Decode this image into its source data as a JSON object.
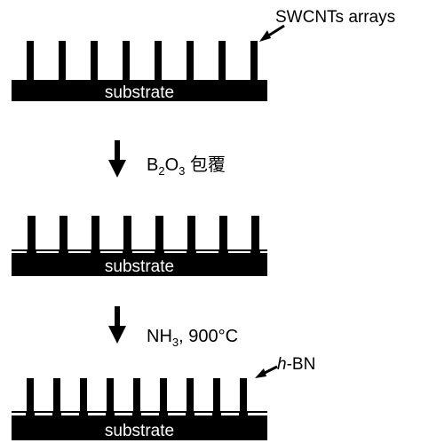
{
  "colors": {
    "structure": "#000000",
    "substrate_text": "#ffffff",
    "coating": "#ffffff",
    "background": "#ffffff"
  },
  "stages": [
    {
      "substrate_label": "substrate",
      "tube_count": 8,
      "coating": "none"
    },
    {
      "substrate_label": "substrate",
      "tube_count": 8,
      "coating": "B2O3-layer"
    },
    {
      "substrate_label": "substrate",
      "tube_count": 9,
      "coating": "h-BN-shell"
    }
  ],
  "annotations": {
    "swcnt_label": "SWCNTs arrays",
    "hbn_label_italic": "h",
    "hbn_label_rest": "-BN"
  },
  "steps": [
    {
      "arrow_icon": "down-arrow-icon",
      "parts": [
        {
          "text": "B",
          "sub": false
        },
        {
          "text": "2",
          "sub": true
        },
        {
          "text": "O",
          "sub": false
        },
        {
          "text": "3",
          "sub": true
        },
        {
          "text": " 包覆",
          "sub": false
        }
      ]
    },
    {
      "arrow_icon": "down-arrow-icon",
      "parts": [
        {
          "text": "NH",
          "sub": false
        },
        {
          "text": "3",
          "sub": true
        },
        {
          "text": ", 900",
          "sub": false
        },
        {
          "text": "°C",
          "sub": false
        }
      ]
    }
  ]
}
